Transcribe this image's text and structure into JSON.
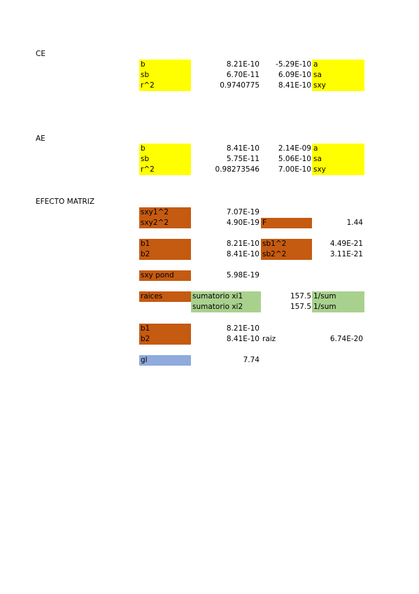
{
  "ce": {
    "title": "CE",
    "rows": [
      {
        "label": "b",
        "v1": "8.21E-10",
        "v2": "-5.29E-10",
        "label2": "a"
      },
      {
        "label": "sb",
        "v1": "6.70E-11",
        "v2": "6.09E-10",
        "label2": "sa"
      },
      {
        "label": "r^2",
        "v1": "0.9740775",
        "v2": "8.41E-10",
        "label2": "sxy"
      }
    ]
  },
  "ae": {
    "title": "AE",
    "rows": [
      {
        "label": "b",
        "v1": "8.41E-10",
        "v2": "2.14E-09",
        "label2": "a"
      },
      {
        "label": "sb",
        "v1": "5.75E-11",
        "v2": "5.06E-10",
        "label2": "sa"
      },
      {
        "label": "r^2",
        "v1": "0.98273546",
        "v2": "7.00E-10",
        "label2": "sxy"
      }
    ]
  },
  "efecto": {
    "title": "EFECTO MATRIZ",
    "sxy1sq": {
      "label": "sxy1^2",
      "value": "7.07E-19"
    },
    "sxy2sq": {
      "label": "sxy2^2",
      "value": "4.90E-19"
    },
    "f": {
      "label": "F",
      "value": "1.44"
    },
    "b1": {
      "label": "b1",
      "value": "8.21E-10"
    },
    "b2": {
      "label": "b2",
      "value": "8.41E-10"
    },
    "sb1sq": {
      "label": "sb1^2",
      "value": "4.49E-21"
    },
    "sb2sq": {
      "label": "sb2^2",
      "value": "3.11E-21"
    },
    "sxypond": {
      "label": "sxy pond",
      "value": "5.98E-19"
    },
    "raices": {
      "label": "raices"
    },
    "sum1": {
      "label": "sumatorio xi1",
      "value": "157.5",
      "label2": "1/sum"
    },
    "sum2": {
      "label": "sumatorio xi2",
      "value": "157.5",
      "label2": "1/sum"
    },
    "b1b": {
      "label": "b1",
      "value": "8.21E-10"
    },
    "b2b": {
      "label": "b2",
      "value": "8.41E-10"
    },
    "raiz": {
      "label": "raiz",
      "value": "6.74E-20"
    },
    "gl": {
      "label": "gl",
      "value": "7.74"
    }
  },
  "colors": {
    "yellow": "#ffff00",
    "orange": "#c55a11",
    "green": "#a9d18e",
    "blue": "#8faadc"
  }
}
